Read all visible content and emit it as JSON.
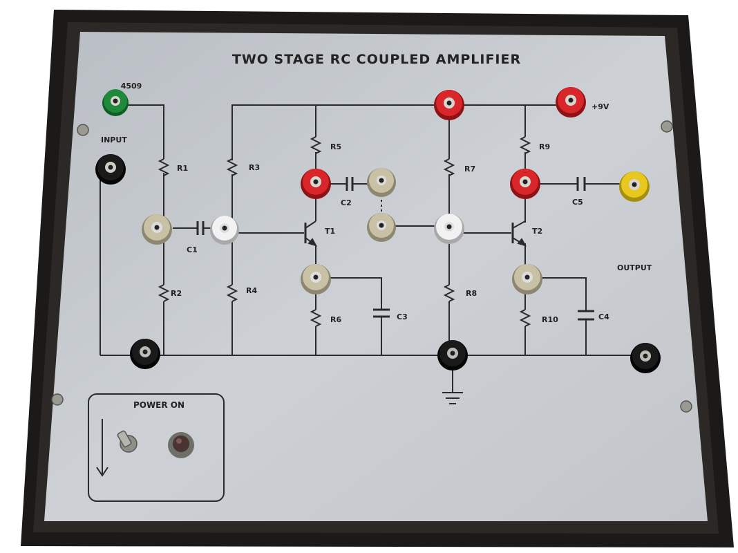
{
  "panel": {
    "title": "TWO STAGE RC COUPLED AMPLIFIER",
    "model": "4509",
    "colors": {
      "frame": "#1c1a18",
      "panel": "#c3c7cc",
      "line": "#2a2a2a"
    }
  },
  "labels": {
    "input": "INPUT",
    "output": "OUTPUT",
    "vcc": "+9V",
    "power": "POWER ON"
  },
  "components": {
    "R1": "R1",
    "R2": "R2",
    "R3": "R3",
    "R4": "R4",
    "R5": "R5",
    "R6": "R6",
    "R7": "R7",
    "R8": "R8",
    "R9": "R9",
    "R10": "R10",
    "C1": "C1",
    "C2": "C2",
    "C3": "C3",
    "C4": "C4",
    "C5": "C5",
    "T1": "T1",
    "T2": "T2"
  },
  "terminals": [
    {
      "name": "input-terminal-green",
      "color": "#1e8a3a"
    },
    {
      "name": "input-terminal-black",
      "color": "#1a1a1a"
    },
    {
      "name": "vcc-terminal-red-1",
      "color": "#d9262b"
    },
    {
      "name": "vcc-terminal-red-2",
      "color": "#d9262b"
    },
    {
      "name": "collector-t1-terminal",
      "color": "#d9262b"
    },
    {
      "name": "collector-t2-terminal",
      "color": "#d9262b"
    },
    {
      "name": "output-terminal-yellow",
      "color": "#e8c81e"
    },
    {
      "name": "ground-terminal-left",
      "color": "#1a1a1a"
    },
    {
      "name": "ground-terminal-center",
      "color": "#1a1a1a"
    },
    {
      "name": "ground-terminal-right",
      "color": "#1a1a1a"
    },
    {
      "name": "patch-terminal-white",
      "color": "#f2f2f2"
    },
    {
      "name": "patch-terminal-beige",
      "color": "#c9c1a6"
    }
  ]
}
